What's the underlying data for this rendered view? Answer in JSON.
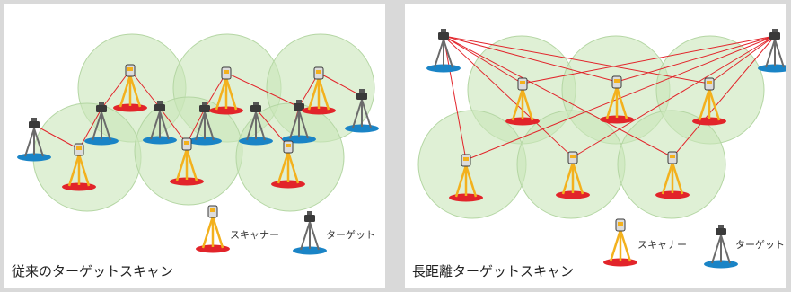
{
  "colors": {
    "background": "#d9d9d9",
    "panel": "#ffffff",
    "circle_fill": "#c9e6b9",
    "circle_stroke": "#b4d6a3",
    "line": "#e2242a",
    "scanner_body": "#f3b11d",
    "scanner_base": "#e2242a",
    "target_base": "#1a84c6",
    "instrument_dark": "#3a3a3a"
  },
  "panels": [
    {
      "id": "left",
      "caption": "従来のターゲットスキャン",
      "legend": {
        "scanner_label": "スキャナー",
        "target_label": "ターゲット"
      }
    },
    {
      "id": "right",
      "caption": "長距離ターゲットスキャン",
      "legend": {
        "scanner_label": "スキャナー",
        "target_label": "ターゲット"
      }
    }
  ]
}
